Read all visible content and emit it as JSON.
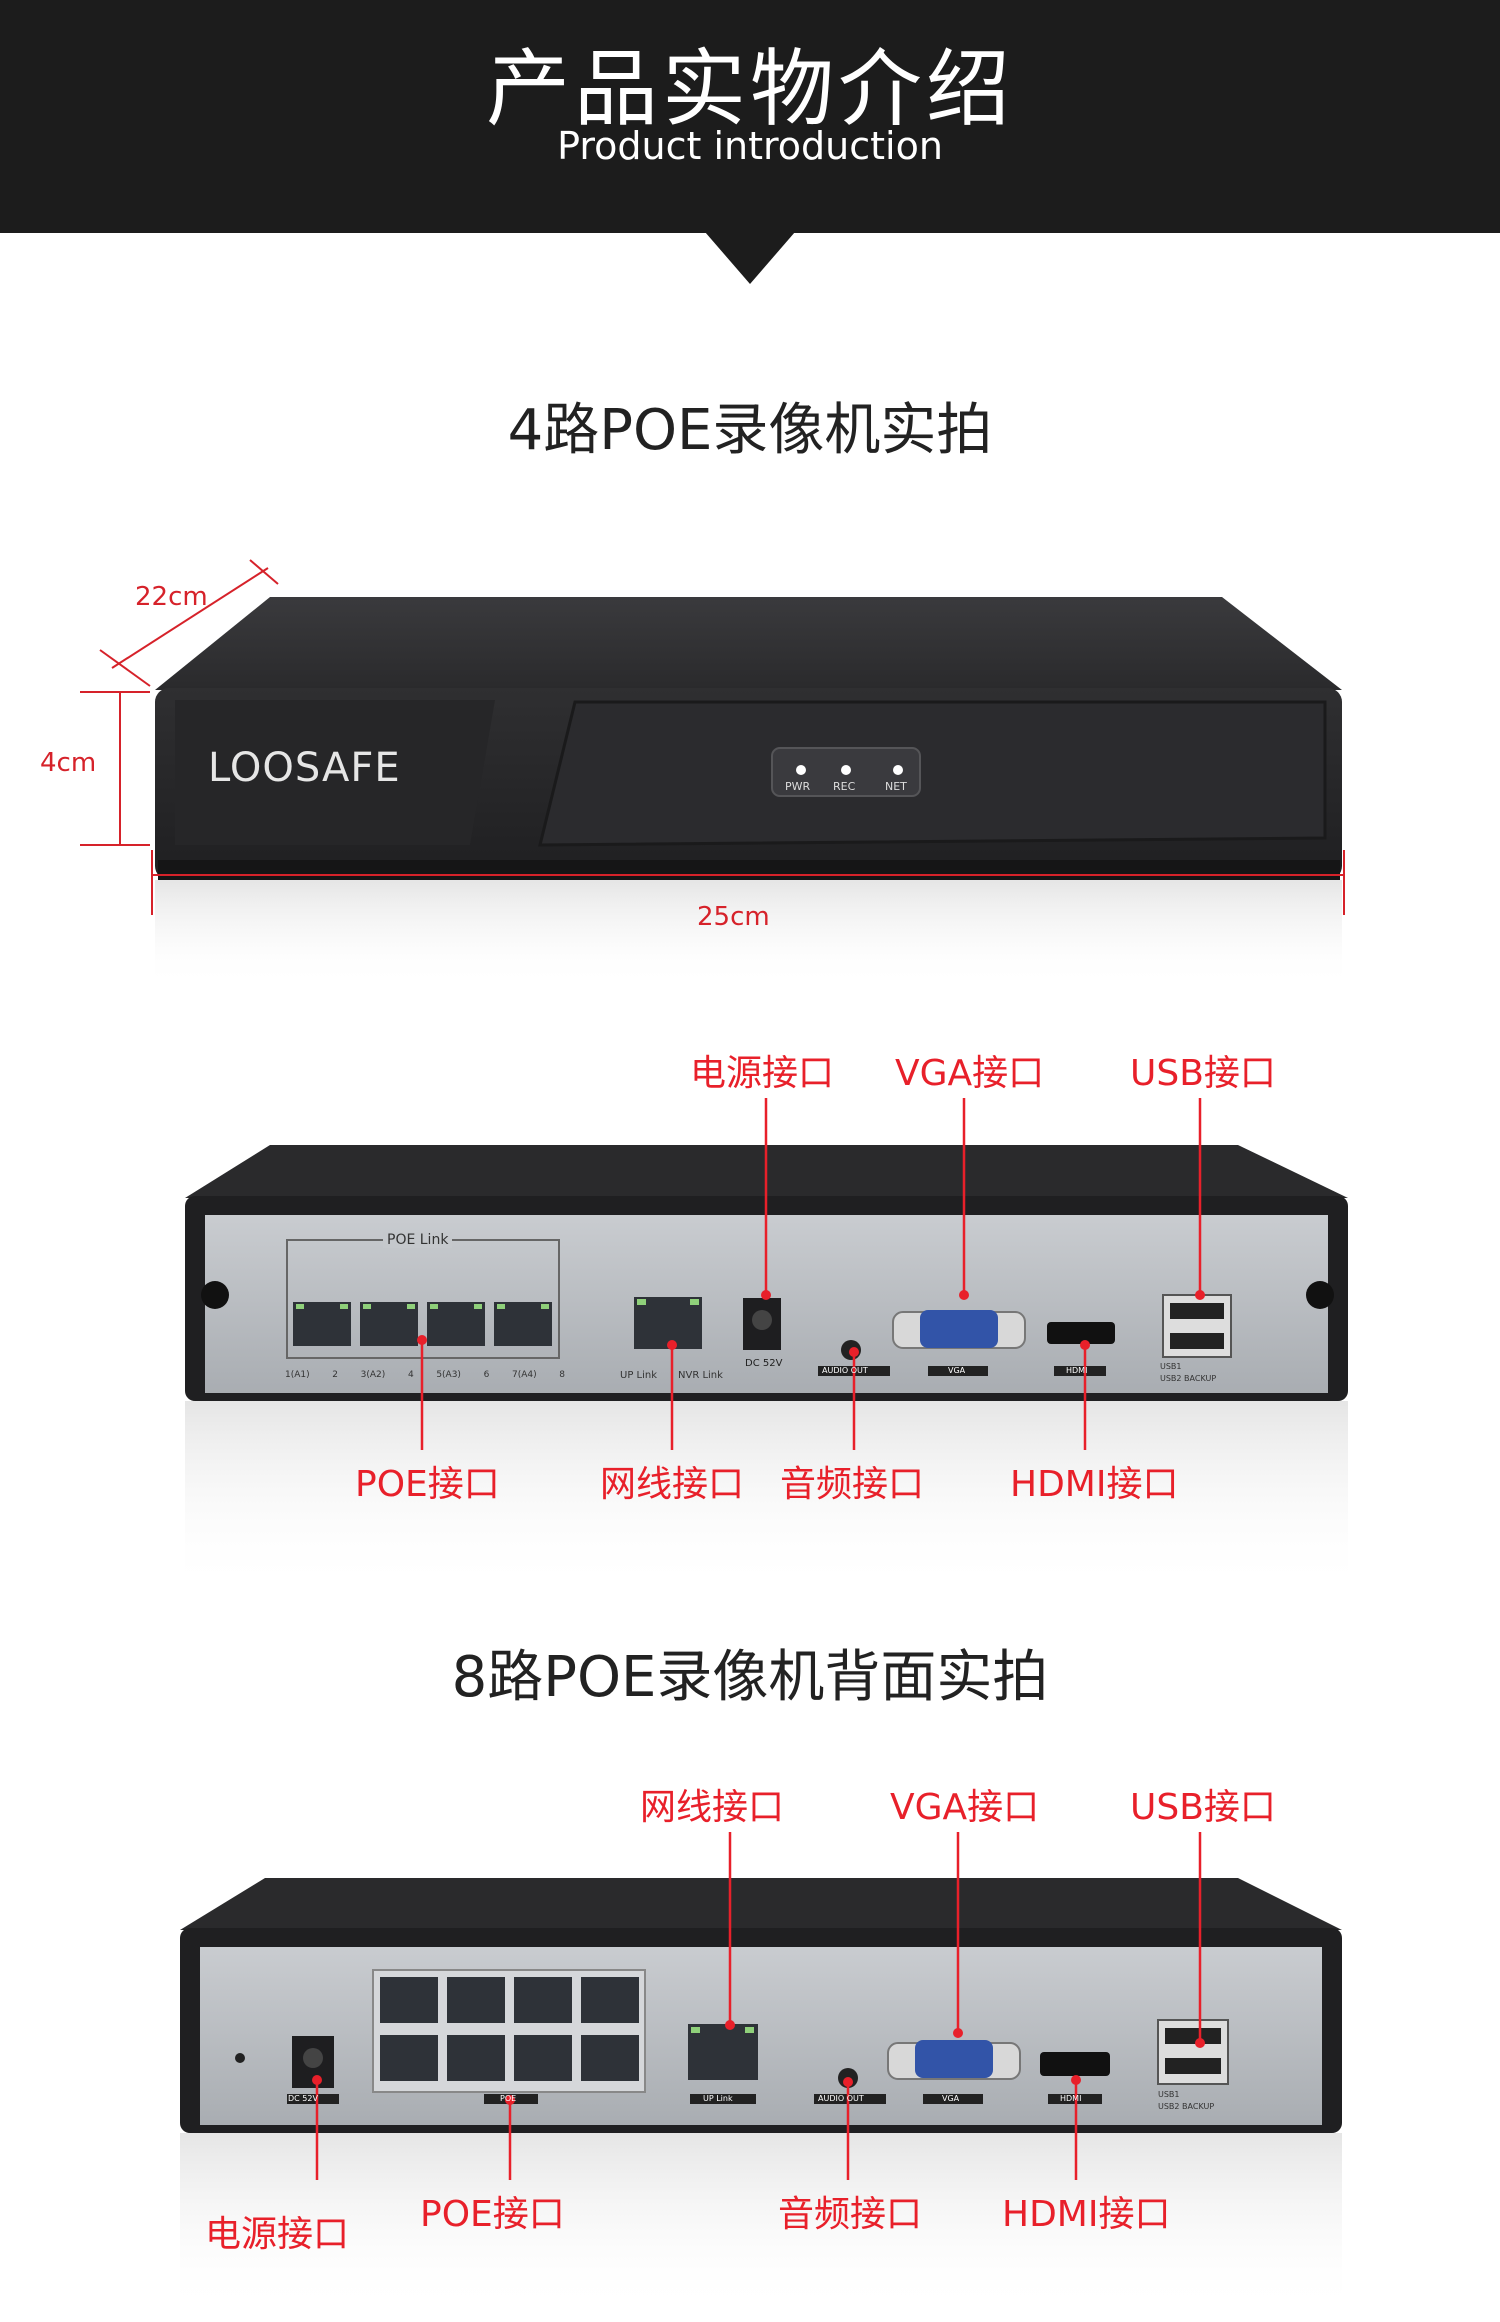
{
  "header": {
    "title_cn": "产品实物介绍",
    "title_en": "Product introduction"
  },
  "section_front": {
    "title": "4路POE录像机实拍",
    "brand": "LOOSAFE",
    "leds": [
      "PWR",
      "REC",
      "NET"
    ],
    "dimensions": {
      "depth": "22cm",
      "height": "4cm",
      "width": "25cm"
    }
  },
  "section_back4": {
    "top_labels": {
      "power": "电源接口",
      "vga": "VGA接口",
      "usb": "USB接口"
    },
    "bottom_labels": {
      "poe": "POE接口",
      "lan": "网线接口",
      "audio": "音频接口",
      "hdmi": "HDMI接口"
    },
    "panel_text": {
      "poe_link": "POE Link",
      "port_numbers": [
        "1(A1)",
        "2",
        "3(A2)",
        "4",
        "5(A3)",
        "6",
        "7(A4)",
        "8"
      ],
      "up_link": "UP Link",
      "nvr_link": "NVR Link",
      "dc": "DC 52V",
      "audio_out": "AUDIO OUT",
      "vga": "VGA",
      "hdmi": "HDMI",
      "usb1": "USB1",
      "usb2": "USB2 BACKUP"
    }
  },
  "section_back8": {
    "title": "8路POE录像机背面实拍",
    "top_labels": {
      "lan": "网线接口",
      "vga": "VGA接口",
      "usb": "USB接口"
    },
    "bottom_labels": {
      "power": "电源接口",
      "poe": "POE接口",
      "audio": "音频接口",
      "hdmi": "HDMI接口"
    },
    "panel_text": {
      "dc": "DC 52V",
      "poe": "POE",
      "up_link": "UP Link",
      "audio_out": "AUDIO OUT",
      "vga": "VGA",
      "hdmi": "HDMI",
      "usb1": "USB1",
      "usb2": "USB2 BACKUP"
    }
  },
  "colors": {
    "header_bg": "#1c1c1c",
    "accent_red": "#e8202a",
    "device_dark": "#2c2c2e",
    "panel_grey": "#b9bcc0"
  }
}
